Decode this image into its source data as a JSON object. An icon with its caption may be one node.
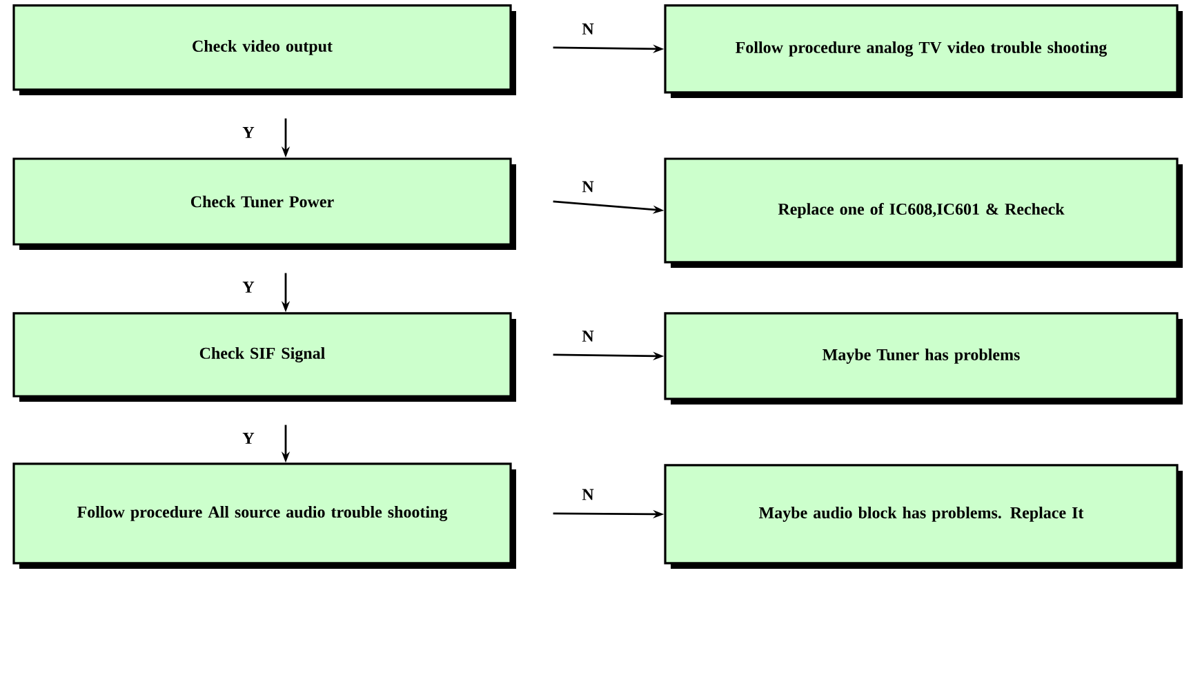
{
  "diagram": {
    "nodes": [
      {
        "text": [
          "Check video output"
        ]
      },
      {
        "text": [
          "Follow procedure analog TV video trouble shooting"
        ]
      },
      {
        "text": [
          "Check Tuner Power"
        ]
      },
      {
        "text": [
          "Replace one of IC608,IC601 & Recheck"
        ]
      },
      {
        "text": [
          "Check SIF Signal"
        ]
      },
      {
        "text": [
          "Maybe Tuner has problems"
        ]
      },
      {
        "text": [
          "Follow procedure All source audio trouble shooting"
        ]
      },
      {
        "text": [
          "Maybe audio block has problems. Replace It"
        ]
      }
    ],
    "edges": [
      {
        "from": 0,
        "to": 1,
        "arrow": "to",
        "label": "N"
      },
      {
        "from": 0,
        "to": 2,
        "arrow": "to",
        "label": "Y"
      },
      {
        "from": 2,
        "to": 3,
        "arrow": "to",
        "label": "N"
      },
      {
        "from": 2,
        "to": 4,
        "arrow": "to",
        "label": "Y"
      },
      {
        "from": 4,
        "to": 5,
        "arrow": "to",
        "label": "N"
      },
      {
        "from": 4,
        "to": 6,
        "arrow": "to",
        "label": "Y"
      },
      {
        "from": 6,
        "to": 7,
        "arrow": "to",
        "label": "N"
      }
    ]
  }
}
